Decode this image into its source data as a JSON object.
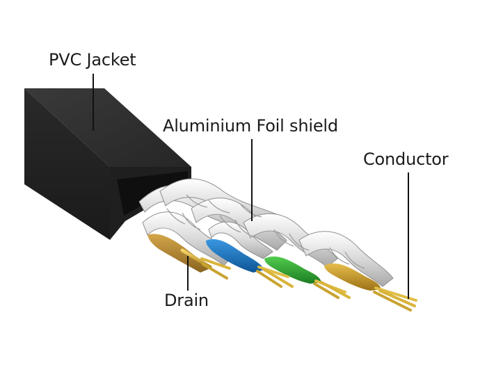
{
  "labels": {
    "jacket": "PVC Jacket",
    "foil": "Aluminium Foil shield",
    "conductor": "Conductor",
    "drain": "Drain"
  },
  "colors": {
    "jacket": "#2d2d2d",
    "foil": "#e6e6e6",
    "pair_brown": "#b98a33",
    "pair_blue": "#1a76c4",
    "pair_green": "#2ea836",
    "pair_orange": "#c99a2b",
    "copper": "#d8b43a",
    "leader_line": "#111111"
  }
}
